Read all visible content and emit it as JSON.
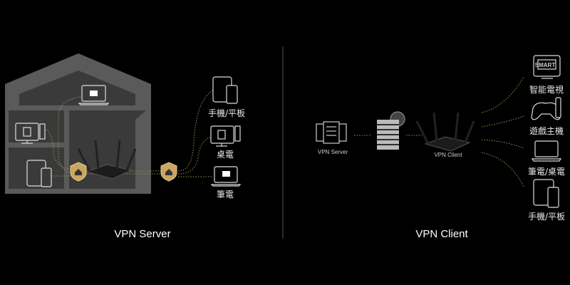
{
  "colors": {
    "background": "#000000",
    "house": "#5a5a5a",
    "house_inner": "#3a3a3a",
    "accent_gold": "#c8a560",
    "line": "#ffffff"
  },
  "server_side": {
    "title": "VPN Server",
    "devices": [
      {
        "icon": "phone-tablet-icon",
        "label": "手機/平板"
      },
      {
        "icon": "desktop-icon",
        "label": "桌電"
      },
      {
        "icon": "laptop-mail-icon",
        "label": "筆電"
      }
    ]
  },
  "client_side": {
    "title": "VPN Client",
    "server_label": "VPN Server",
    "client_label": "VPN Client",
    "tv_text": "SMART",
    "devices": [
      {
        "icon": "smart-tv-icon",
        "label": "智能電視"
      },
      {
        "icon": "game-console-icon",
        "label": "遊戲主機"
      },
      {
        "icon": "laptop-icon",
        "label": "筆電/桌電"
      },
      {
        "icon": "phone-tablet-icon",
        "label": "手機/平板"
      }
    ]
  }
}
